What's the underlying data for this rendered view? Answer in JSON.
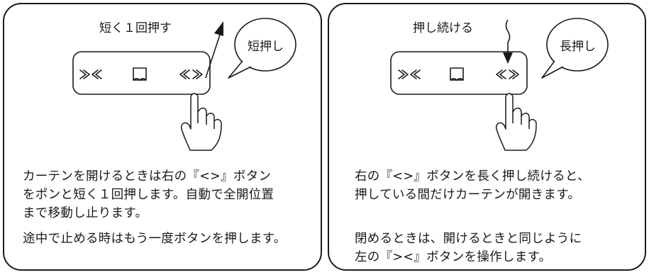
{
  "short_press": {
    "instruction_label": "短く１回押す",
    "bubble": "短押し",
    "description_lines": [
      "カーテンを開けるときは右の『<>』ボタン",
      "をポンと短く１回押します。自動で全開位置",
      "まで移動し止ります。"
    ],
    "note": "途中で止める時はもう一度ボタンを押します。"
  },
  "long_press": {
    "instruction_label": "押し続ける",
    "bubble": "長押し",
    "description_lines": [
      "右の『<>』ボタンを長く押し続けると、",
      "押している間だけカーテンが開きます。"
    ],
    "note_lines": [
      "閉めるときは、開けるときと同じように",
      "左の『><』ボタンを操作します。"
    ]
  },
  "buttons": {
    "close_icon": "close-curtain-icon",
    "stop_icon": "stop-curtain-icon",
    "open_icon": "open-curtain-icon"
  }
}
